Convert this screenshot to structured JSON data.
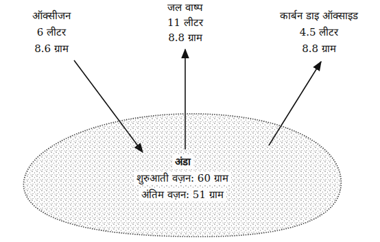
{
  "diagram": {
    "nodes": [
      {
        "text": [
          "अंडा",
          "शुरुआती वज़न: 60 ग्राम",
          "अंतिम वज़न: 51 ग्राम"
        ]
      }
    ],
    "labels": [
      "ऑक्सीजन",
      "6 लीटर",
      "8.6 ग्राम",
      "जल वाष्प",
      "11 लीटर",
      "8.8 ग्राम",
      "कार्बन डाइ ऑक्साइड",
      "4.5 लीटर",
      "8.8 ग्राम"
    ]
  }
}
